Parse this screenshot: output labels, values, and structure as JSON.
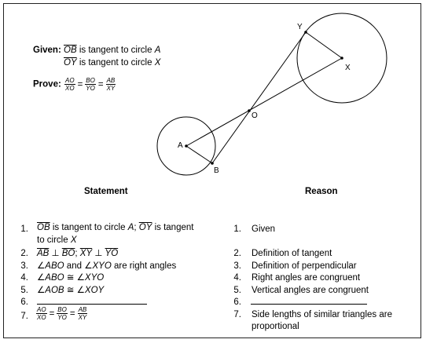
{
  "given": {
    "label": "Given:",
    "line1_seg": "OB",
    "line1_rest": " is tangent to circle ",
    "line1_circle": "A",
    "line2_seg": "OY",
    "line2_rest": " is tangent to circle ",
    "line2_circle": "X"
  },
  "prove": {
    "label": "Prove:",
    "f1_num": "AO",
    "f1_den": "XO",
    "f2_num": "BO",
    "f2_den": "YO",
    "f3_num": "AB",
    "f3_den": "XY",
    "eq": "="
  },
  "diagram": {
    "labels": {
      "Y": "Y",
      "X": "X",
      "O": "O",
      "A": "A",
      "B": "B"
    }
  },
  "headers": {
    "statement": "Statement",
    "reason": "Reason"
  },
  "statements": {
    "n1": "1.",
    "s1_a": "OB",
    "s1_b": " is tangent to circle ",
    "s1_c": "A",
    "s1_d": "; ",
    "s1_e": "OY",
    "s1_f": " is tangent",
    "s1_g": "to circle ",
    "s1_h": "X",
    "n2": "2.",
    "s2_a": "AB",
    "s2_b": " ⊥ ",
    "s2_c": "BO",
    "s2_d": "; ",
    "s2_e": "XY",
    "s2_f": " ⊥ ",
    "s2_g": "YO",
    "n3": "3.",
    "s3_a": "∠ABO",
    "s3_b": " and ",
    "s3_c": "∠XYO",
    "s3_d": " are right angles",
    "n4": "4.",
    "s4_a": "∠ABO ≅ ∠XYO",
    "n5": "5.",
    "s5_a": "∠AOB ≅ ∠XOY",
    "n6": "6.",
    "n7": "7.",
    "s7_f1n": "AO",
    "s7_f1d": "XO",
    "s7_f2n": "BO",
    "s7_f2d": "YO",
    "s7_f3n": "AB",
    "s7_f3d": "XY",
    "eq": "="
  },
  "reasons": {
    "n1": "1.",
    "r1": "Given",
    "n2": "2.",
    "r2": "Definition of tangent",
    "n3": "3.",
    "r3": "Definition of perpendicular",
    "n4": "4.",
    "r4": "Right angles are congruent",
    "n5": "5.",
    "r5": "Vertical angles are congruent",
    "n6": "6.",
    "n7": "7.",
    "r7_a": "Side lengths of similar triangles are",
    "r7_b": "proportional"
  }
}
